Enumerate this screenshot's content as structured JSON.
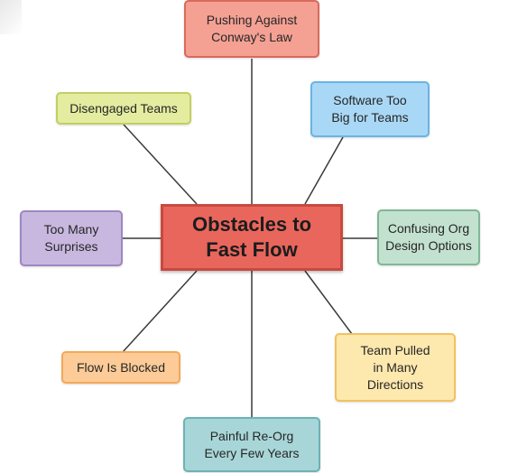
{
  "diagram": {
    "center": {
      "label": "Obstacles to\nFast Flow",
      "fill": "#e9665d",
      "border": "#c84a3f"
    },
    "nodes": [
      {
        "id": "conway",
        "label": "Pushing Against\nConway's Law",
        "fill": "#f4a093",
        "border": "#d96a5c"
      },
      {
        "id": "software-big",
        "label": "Software Too\nBig for Teams",
        "fill": "#a9d8f6",
        "border": "#6ab3e6"
      },
      {
        "id": "confusing-org",
        "label": "Confusing Org\nDesign Options",
        "fill": "#c3e1cf",
        "border": "#7fb795"
      },
      {
        "id": "pulled-directions",
        "label": "Team Pulled\nin Many\nDirections",
        "fill": "#fde8ad",
        "border": "#f2c160"
      },
      {
        "id": "painful-reorg",
        "label": "Painful Re-Org\nEvery Few Years",
        "fill": "#a8d6d8",
        "border": "#6cb2b6"
      },
      {
        "id": "flow-blocked",
        "label": "Flow Is Blocked",
        "fill": "#fdcb97",
        "border": "#f3a95a"
      },
      {
        "id": "surprises",
        "label": "Too Many\nSurprises",
        "fill": "#c8b8df",
        "border": "#9d87c4"
      },
      {
        "id": "disengaged",
        "label": "Disengaged Teams",
        "fill": "#e3ec9f",
        "border": "#c3cf62"
      }
    ],
    "connector_color": "#3a3a3a"
  }
}
